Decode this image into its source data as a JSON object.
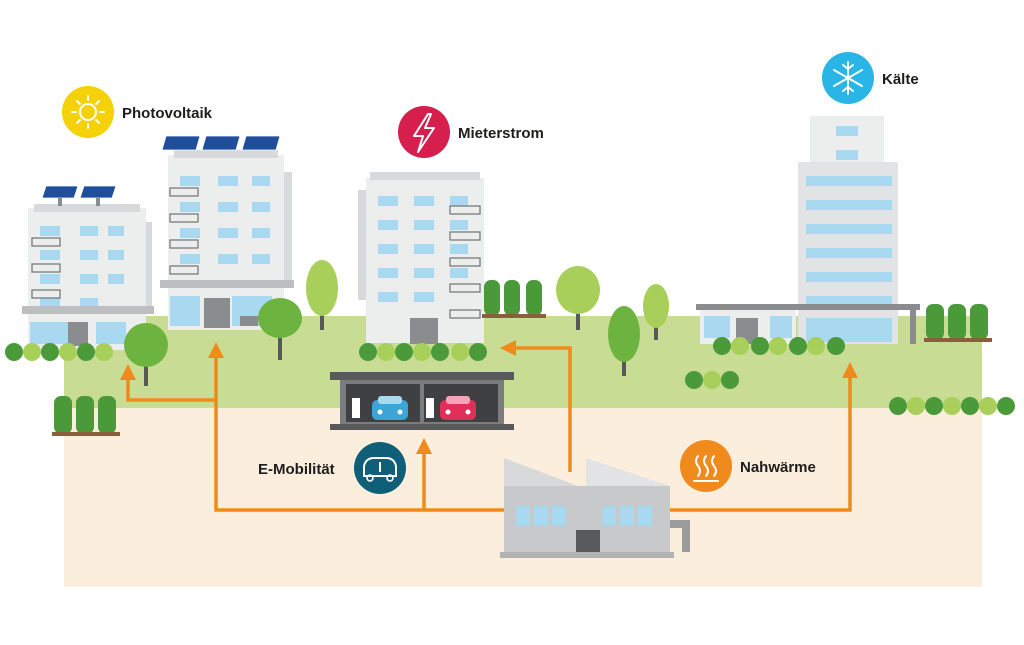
{
  "labels": {
    "photovoltaik": "Photovoltaik",
    "mieterstrom": "Mieterstrom",
    "kaelte": "Kälte",
    "emobilitaet": "E-Mobilität",
    "nahwaerme": "Nahwärme"
  },
  "icons": {
    "photovoltaik": "sun-icon",
    "mieterstrom": "lightning-icon",
    "kaelte": "snowflake-icon",
    "emobilitaet": "electric-car-icon",
    "nahwaerme": "heat-waves-icon"
  },
  "colors": {
    "arrow": "#f08a1c",
    "sun": "#f5d10a",
    "lightning": "#d71f4e",
    "snow": "#29b6e6",
    "car_badge": "#0f5f78",
    "heat": "#f08a1c",
    "ground": "#fbeedd",
    "grass": "#c8dd93",
    "tree_green": "#6cb33f",
    "building": "#eceded",
    "window": "#a9d9f1",
    "car_blue": "#3aa5d6",
    "car_red": "#e0305a"
  }
}
